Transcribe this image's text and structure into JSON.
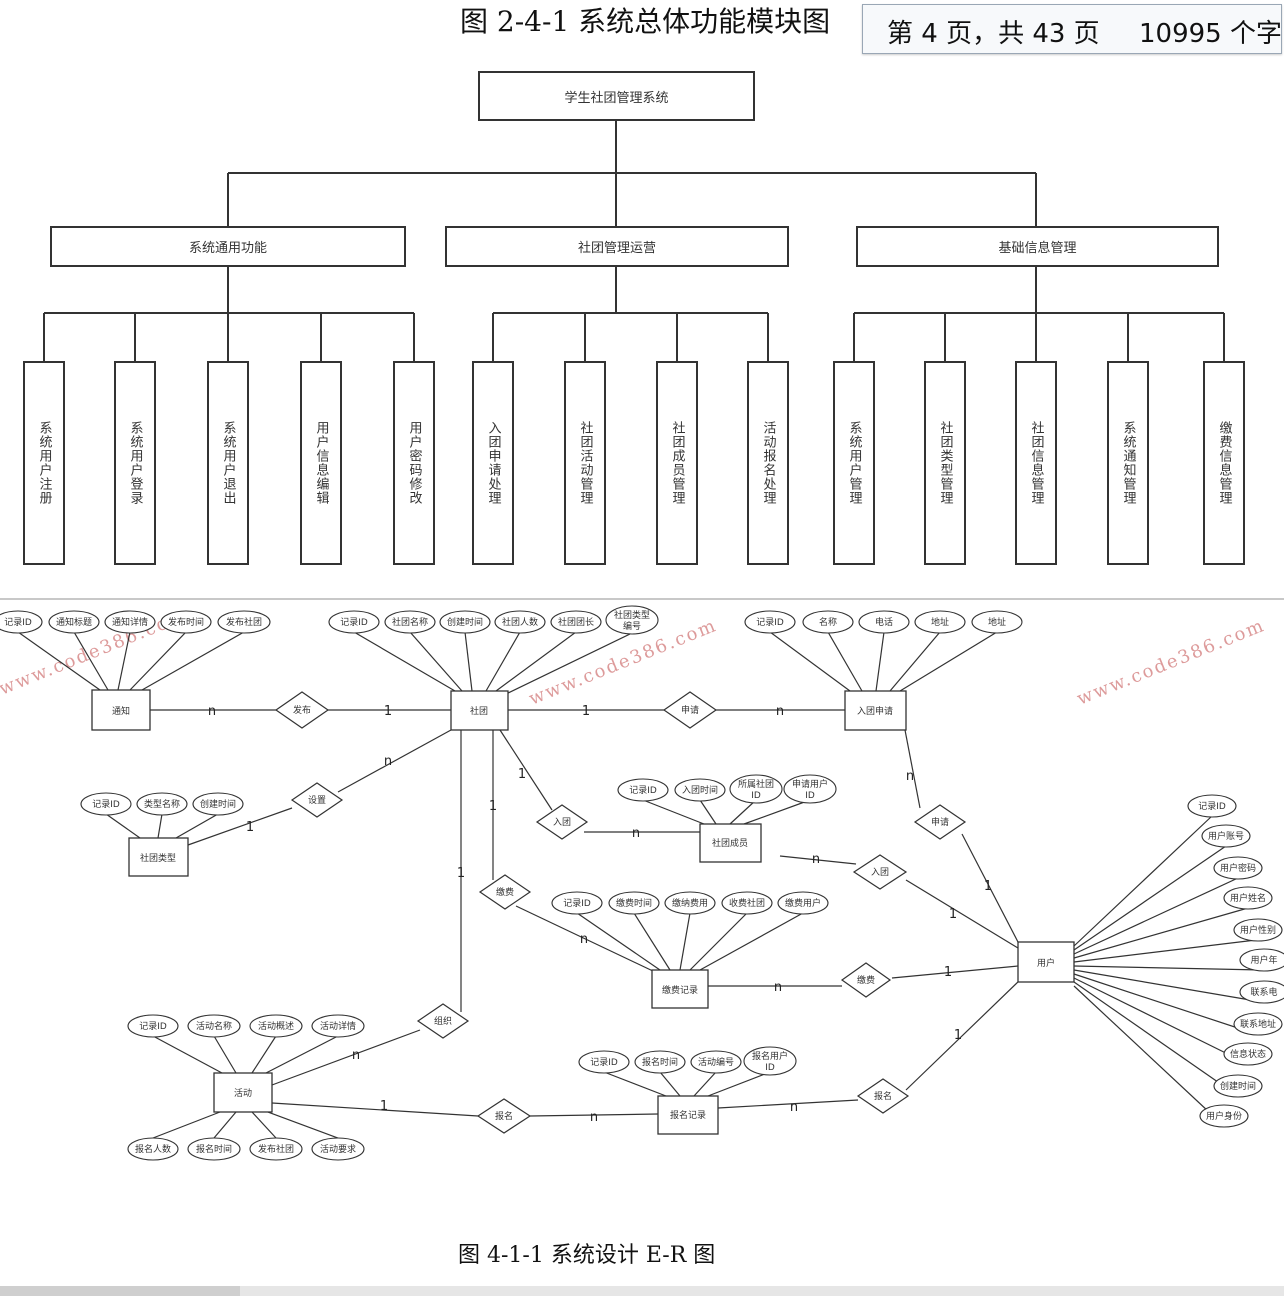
{
  "top_caption": "图 2-4-1 系统总体功能模块图",
  "status_bar": {
    "page_count": "第 4 页，共 43 页",
    "word_count": "10995 个字"
  },
  "hierarchy": {
    "root": "学生社团管理系统",
    "groups": [
      {
        "label": "系统通用功能",
        "children": [
          "系统用户注册",
          "系统用户登录",
          "系统用户退出",
          "用户信息编辑",
          "用户密码修改"
        ]
      },
      {
        "label": "社团管理运营",
        "children": [
          "入团申请处理",
          "社团活动管理",
          "社团成员管理",
          "活动报名处理"
        ]
      },
      {
        "label": "基础信息管理",
        "children": [
          "系统用户管理",
          "社团类型管理",
          "社团信息管理",
          "系统通知管理",
          "缴费信息管理"
        ]
      }
    ]
  },
  "er": {
    "entities": {
      "notice": "通知",
      "club": "社团",
      "join_apply": "入团申请",
      "club_type": "社团类型",
      "member": "社团成员",
      "payment": "缴费记录",
      "user": "用户",
      "activity": "活动",
      "signup": "报名记录"
    },
    "relations": {
      "publish": "发布",
      "apply": "申请",
      "set": "设置",
      "join": "入团",
      "pay": "缴费",
      "apply2": "申请",
      "join2": "入团",
      "pay2": "缴费",
      "organize": "组织",
      "signup": "报名",
      "signup2": "报名"
    },
    "attributes": {
      "notice": [
        "记录ID",
        "通知标题",
        "通知详情",
        "发布时间",
        "发布社团"
      ],
      "club": [
        "记录ID",
        "社团名称",
        "创建时间",
        "社团人数",
        "社团团长"
      ],
      "club_type_no": [
        "社团类型",
        "编号"
      ],
      "join_apply": [
        "记录ID",
        "名称",
        "电话",
        "地址",
        "地址"
      ],
      "club_type": [
        "记录ID",
        "类型名称",
        "创建时间"
      ],
      "member": [
        "记录ID",
        "入团时间"
      ],
      "member_club": [
        "所属社团",
        "ID"
      ],
      "member_user": [
        "申请用户",
        "ID"
      ],
      "payment": [
        "记录ID",
        "缴费时间",
        "缴纳费用",
        "收费社团",
        "缴费用户"
      ],
      "user": [
        "记录ID",
        "用户账号",
        "用户密码",
        "用户姓名",
        "用户性别",
        "用户年",
        "联系电",
        "联系地址",
        "信息状态",
        "创建时间",
        "用户身份"
      ],
      "activity_top": [
        "记录ID",
        "活动名称",
        "活动概述",
        "活动详情"
      ],
      "activity_bottom": [
        "报名人数",
        "报名时间",
        "发布社团",
        "活动要求"
      ],
      "signup": [
        "记录ID",
        "报名时间",
        "活动编号"
      ],
      "signup_user": [
        "报名用户",
        "ID"
      ]
    },
    "cardinalities": {
      "notice_publish": "n",
      "publish_club": "1",
      "club_apply": "1",
      "apply_joinapply": "n",
      "club_set": "n",
      "set_type": "1",
      "club_join": "1",
      "join_member": "n",
      "club_pay": "1",
      "pay_record": "n",
      "club_organize": "1",
      "organize_activity": "n",
      "joinapply_apply2": "n",
      "apply2_user": "1",
      "member_join2": "n",
      "join2_user": "1",
      "record_pay2": "n",
      "pay2_user": "1",
      "activity_signup": "1",
      "signup_record": "n",
      "record_signup2": "n",
      "signup2_user": "1"
    }
  },
  "watermark": "www.code386.com",
  "er_caption": "图 4-1-1 系统设计 E-R 图",
  "colors": {
    "line": "#333333",
    "watermark": "#d27a7a",
    "status_border": "#9aa7b5"
  }
}
